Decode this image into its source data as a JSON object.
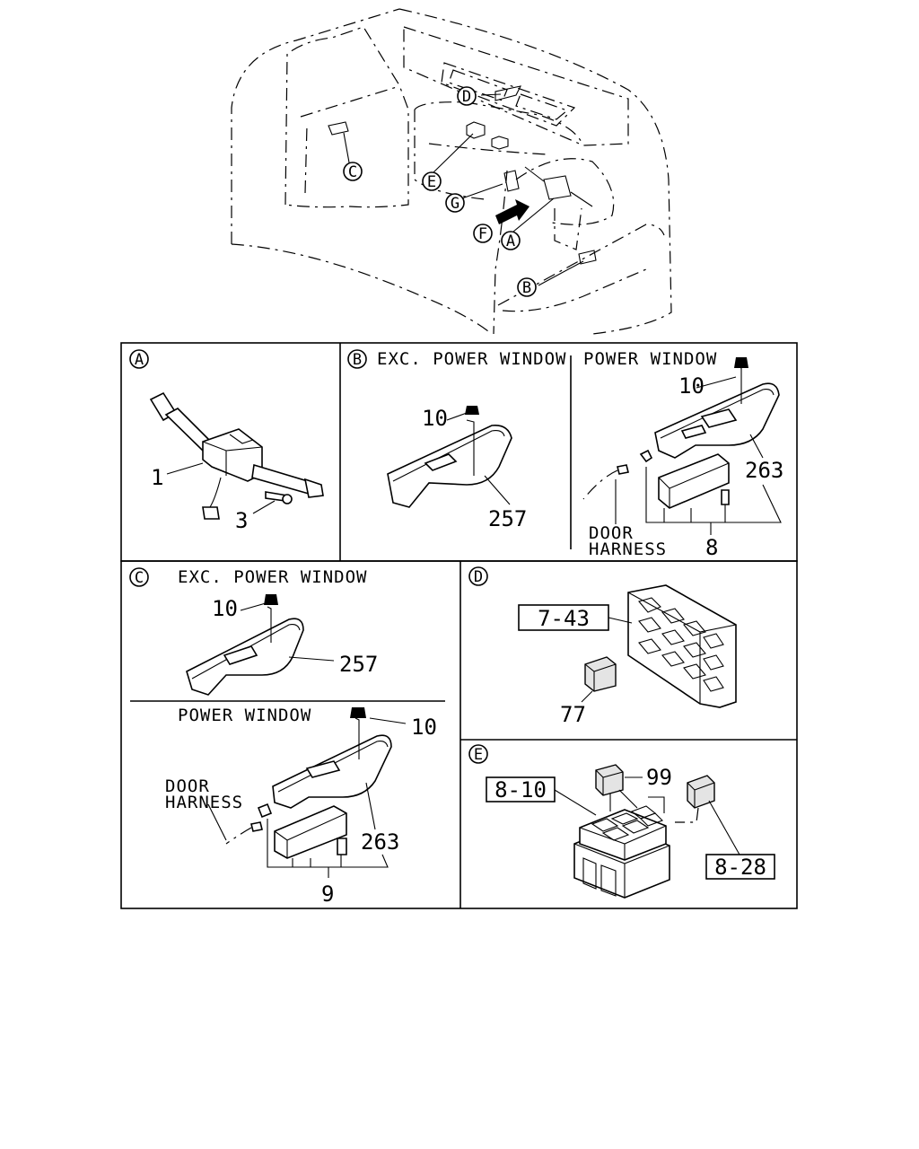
{
  "overview": {
    "callouts": {
      "A": "A",
      "B": "B",
      "C": "C",
      "D": "D",
      "E": "E",
      "F": "F",
      "G": "G"
    }
  },
  "panel_a": {
    "letter": "A",
    "labels": {
      "p1": "1",
      "p3": "3"
    }
  },
  "panel_b": {
    "letter": "B",
    "exc_title": "EXC. POWER WINDOW",
    "pw_title": "POWER WINDOW",
    "labels": {
      "p10a": "10",
      "p257": "257",
      "p10b": "10",
      "p263": "263",
      "p8": "8"
    },
    "door_harness": [
      "DOOR",
      "HARNESS"
    ]
  },
  "panel_c": {
    "letter": "C",
    "exc_title": "EXC. POWER WINDOW",
    "pw_title": "POWER WINDOW",
    "labels": {
      "p10a": "10",
      "p257": "257",
      "p10b": "10",
      "p263": "263",
      "p9": "9"
    },
    "door_harness": [
      "DOOR",
      "HARNESS"
    ]
  },
  "panel_d": {
    "letter": "D",
    "labels": {
      "ref": "7-43",
      "p77": "77"
    }
  },
  "panel_e": {
    "letter": "E",
    "labels": {
      "ref1": "8-10",
      "p99": "99",
      "ref2": "8-28"
    }
  }
}
